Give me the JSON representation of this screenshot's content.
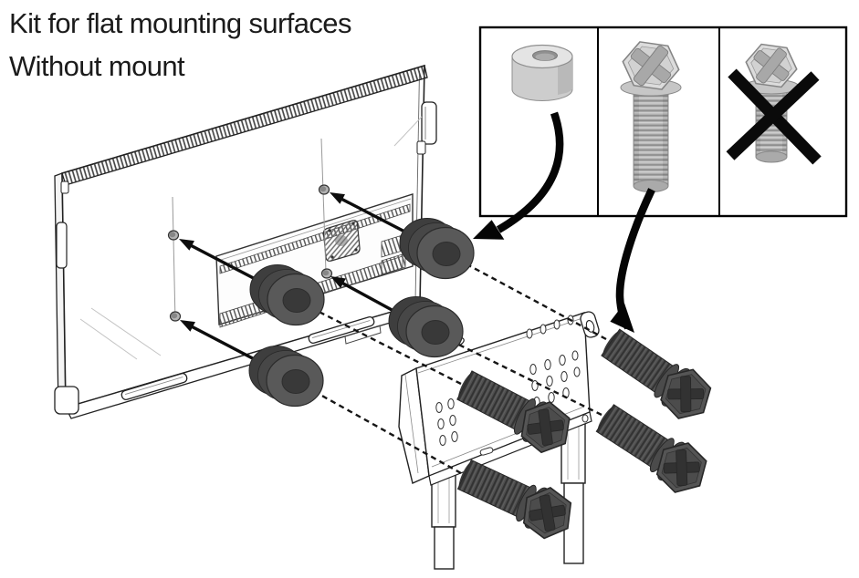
{
  "colors": {
    "background": "#ffffff",
    "text": "#1b1b1b",
    "line_art": "#222222",
    "hardware_dark": "#4a4a4a",
    "hardware_light": "#d6d6d6",
    "arrow_black": "#0a0a0a"
  },
  "title": {
    "line1": "Kit for flat mounting surfaces",
    "line2": "Without mount"
  },
  "kit_box": {
    "panels": [
      {
        "icon": "spacer-icon",
        "status": "use"
      },
      {
        "icon": "bolt-icon",
        "status": "use"
      },
      {
        "icon": "bolt-icon",
        "status": "do-not-use",
        "overlay_icon": "x-mark-icon"
      }
    ]
  },
  "diagram": {
    "display_icon": "display-back-panel",
    "mounting_hole_count": 4,
    "spacer_count": 4,
    "bolt_count": 4,
    "stand_icon": "stand-bracket",
    "leg_count": 2,
    "leader_arrow_count": 4,
    "curved_arrow_count": 2
  }
}
